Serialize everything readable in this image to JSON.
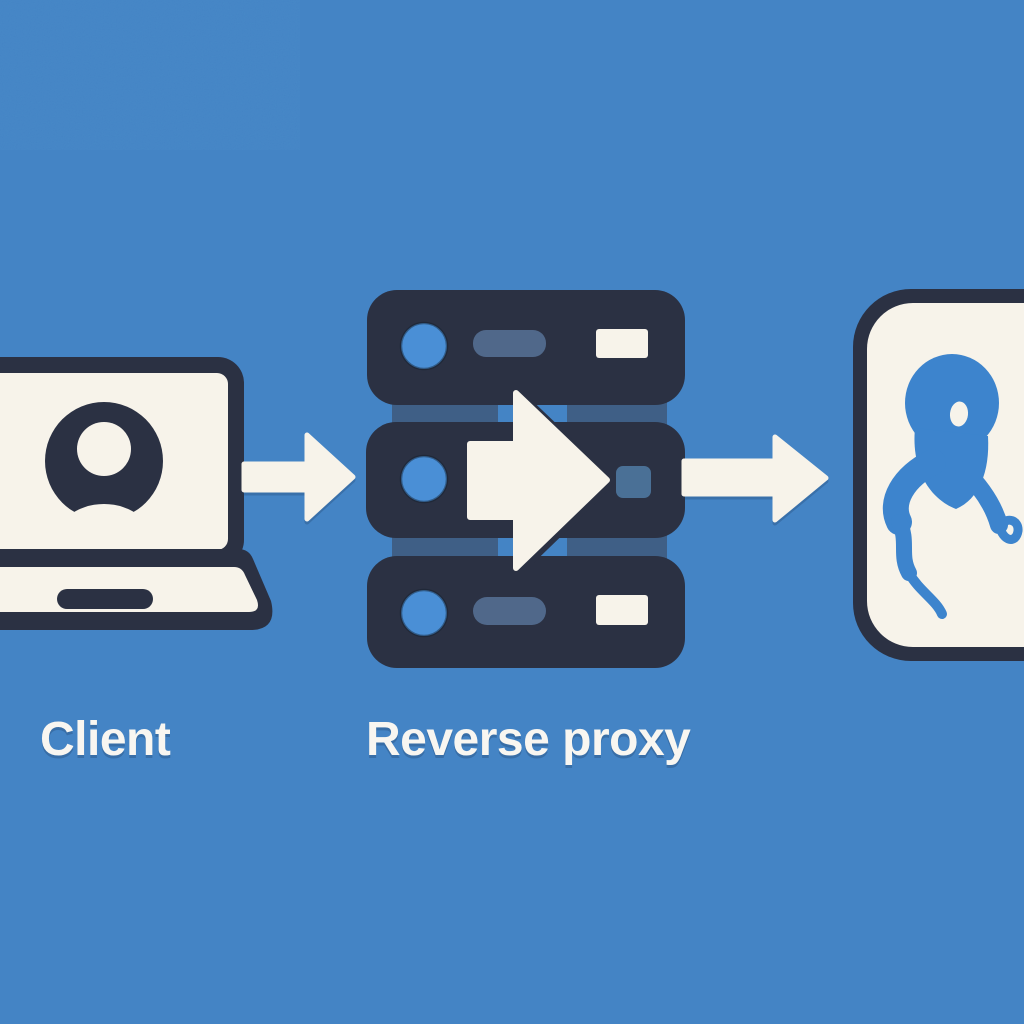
{
  "diagram": {
    "nodes": {
      "client": {
        "label": "Client",
        "icon": "laptop-user-icon"
      },
      "reverse_proxy": {
        "label": "Reverse proxy",
        "icon": "server-stack-icon"
      },
      "backend": {
        "icon": "octopus-service-icon"
      }
    },
    "connections": [
      {
        "from": "client",
        "to": "reverse_proxy",
        "icon": "arrow-right-icon"
      },
      {
        "from": "reverse_proxy",
        "to": "backend",
        "icon": "arrow-right-icon"
      }
    ],
    "server_rows": 3
  },
  "colors": {
    "bg": "#4484c5",
    "navy": "#2b3143",
    "paper": "#f7f3ea",
    "accent": "#4a8fd6",
    "slate": "#50688a",
    "connector": "#3f5f86",
    "slate2": "#4a7096",
    "octopus": "#3d84cd",
    "text": "#f8f6f1"
  }
}
